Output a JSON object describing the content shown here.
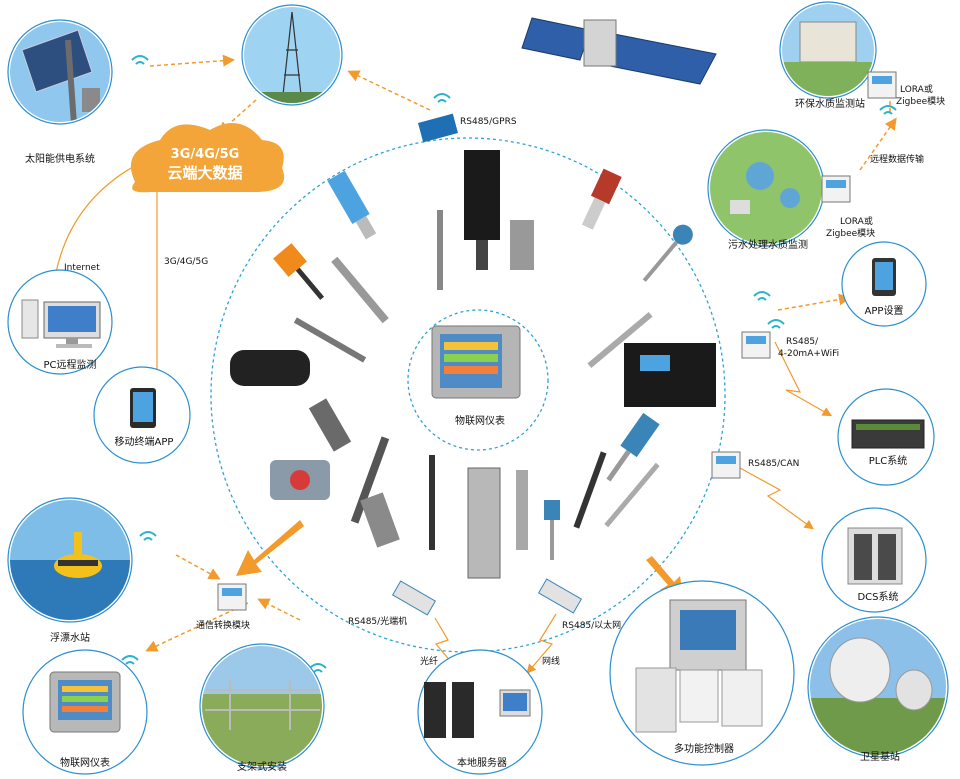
{
  "colors": {
    "ring_dashed": "#2aa3d8",
    "circle_border": "#2a8fd0",
    "orange_link": "#f39a2c",
    "cloud": "#f4a53a",
    "wifi": "#27b5c9",
    "gateway_blue": "#1f6fb4"
  },
  "cloud": {
    "line1": "3G/4G/5G",
    "line2": "云端大数据"
  },
  "nodes": {
    "solar": "太阳能供电系统",
    "pc": "PC远程监测",
    "mobile_app": "移动终端APP",
    "buoy": "浮漂水站",
    "iot_meter_bottom": "物联网仪表",
    "bracket": "支架式安装",
    "local_server": "本地服务器",
    "controller": "多功能控制器",
    "satellite_station": "卫星基站",
    "dcs": "DCS系统",
    "plc": "PLC系统",
    "app_setting": "APP设置",
    "env_station": "环保水质监测站",
    "sewage_station": "污水处理水质监测",
    "center_meter": "物联网仪表"
  },
  "links": {
    "internet": "Internet",
    "g345": "3G/4G/5G",
    "rs485_gprs": "RS485/GPRS",
    "lora1_a": "LORA或",
    "lora1_b": "Zigbee模块",
    "remote": "远程数据传输",
    "lora2_a": "LORA或",
    "lora2_b": "Zigbee模块",
    "rs485_wifi_a": "RS485/",
    "rs485_wifi_b": "4-20mA+WiFi",
    "rs485_can": "RS485/CAN",
    "comm_module": "通信转换模块",
    "rs485_optical": "RS485/光端机",
    "rs485_ethernet": "RS485/以太网",
    "fiber": "光纤",
    "cable": "网线"
  },
  "sensor_icons": [
    "flow-sensor-icon",
    "ph-probe-icon",
    "radar-level-icon",
    "conductivity-probe-icon",
    "pressure-transmitter-icon",
    "turbidity-probe-icon",
    "temperature-probe-icon",
    "do-probe-icon",
    "orp-probe-icon",
    "ultrasonic-icon",
    "cod-analyzer-icon",
    "valve-sensor-icon",
    "electrode-icon",
    "submersible-probe-icon",
    "chlorine-probe-icon",
    "electromagnetic-flowmeter-icon",
    "level-gauge-icon",
    "ion-probe-icon",
    "sludge-probe-icon"
  ]
}
